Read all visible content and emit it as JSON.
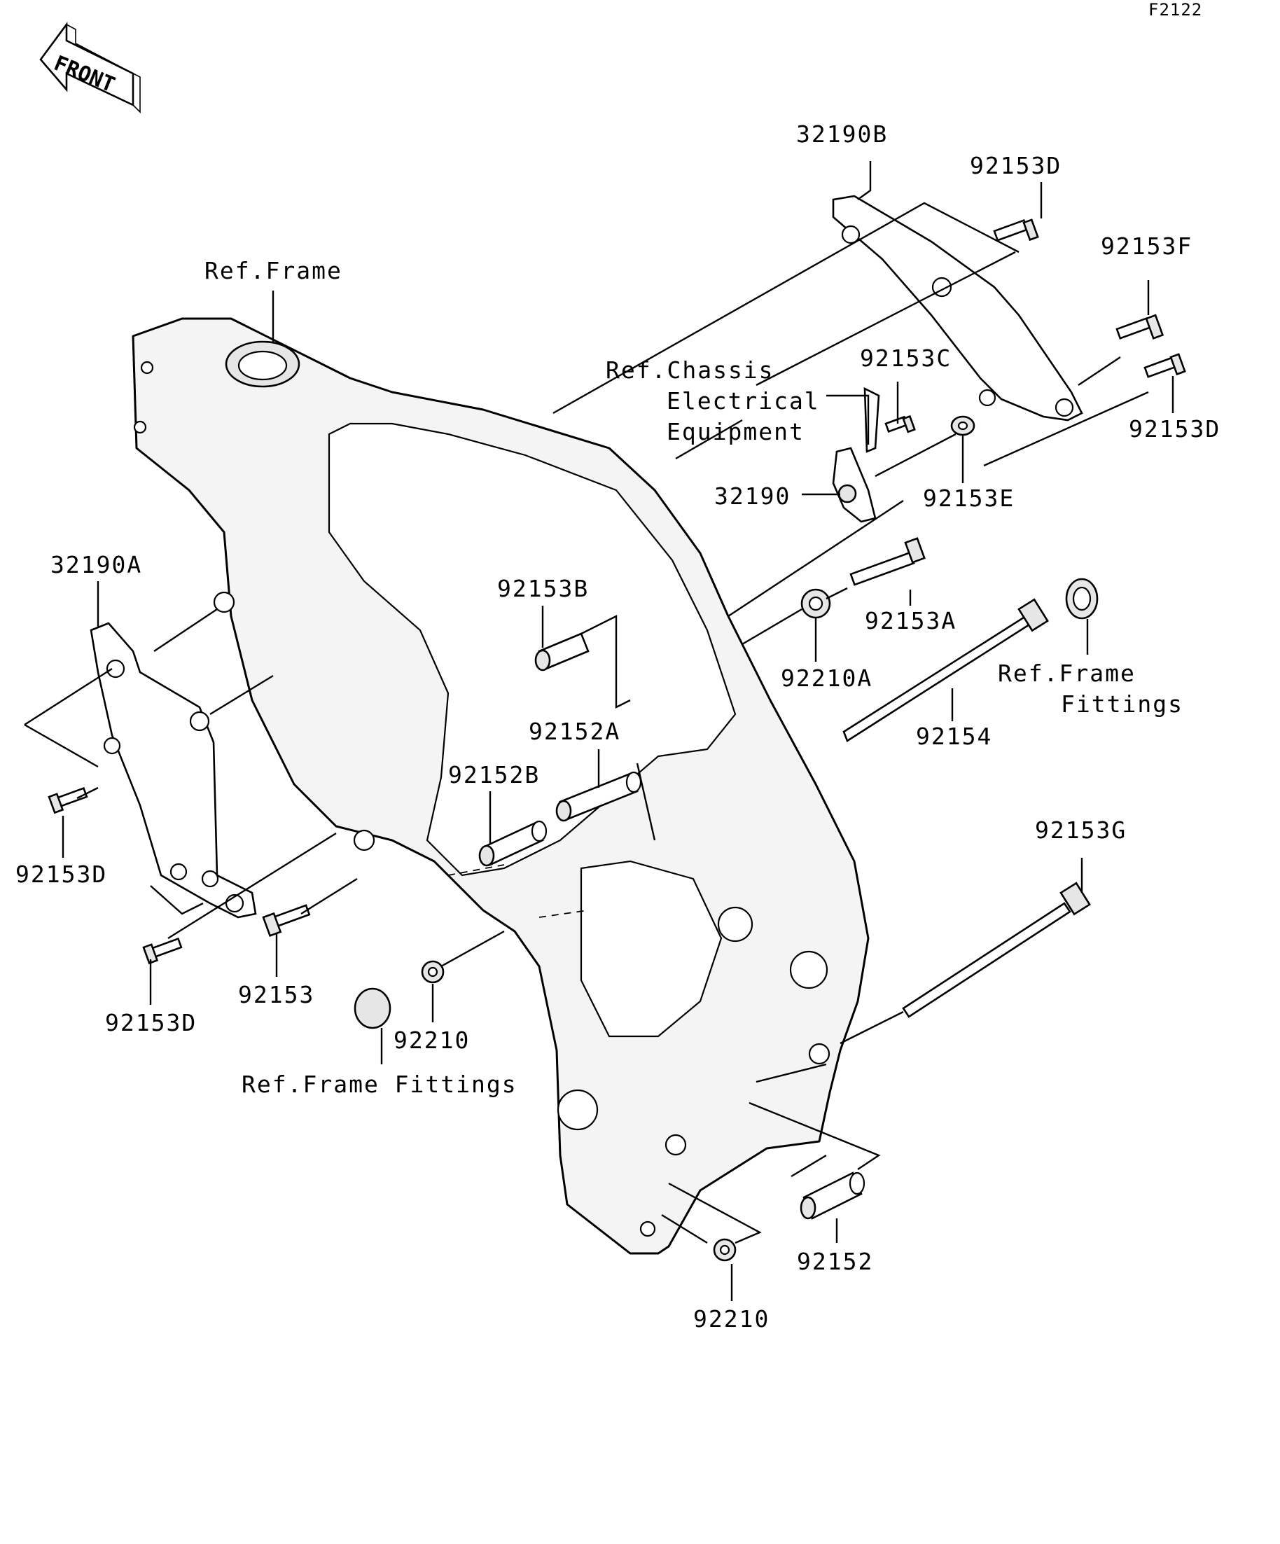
{
  "figure_code": "F2122",
  "front_arrow_label": "FRONT",
  "labels": {
    "p32190B": "32190B",
    "p92153D_top": "92153D",
    "p92153F": "92153F",
    "ref_frame_top": "Ref.Frame",
    "ref_chassis_1": "Ref.Chassis",
    "ref_chassis_2": "Electrical",
    "ref_chassis_3": "Equipment",
    "p92153C": "92153C",
    "p92153D_right": "92153D",
    "p32190": "32190",
    "p92153E": "92153E",
    "p32190A": "32190A",
    "p92153B": "92153B",
    "p92153A": "92153A",
    "p92210A": "92210A",
    "ref_frame_fittings_right_1": "Ref.Frame",
    "ref_frame_fittings_right_2": "Fittings",
    "p92154": "92154",
    "p92152A": "92152A",
    "p92152B": "92152B",
    "p92153D_left": "92153D",
    "p92153G": "92153G",
    "p92153D_bottom": "92153D",
    "p92153": "92153",
    "p92210_mid": "92210",
    "ref_frame_fittings_bottom": "Ref.Frame Fittings",
    "p92152": "92152",
    "p92210_bottom": "92210"
  }
}
